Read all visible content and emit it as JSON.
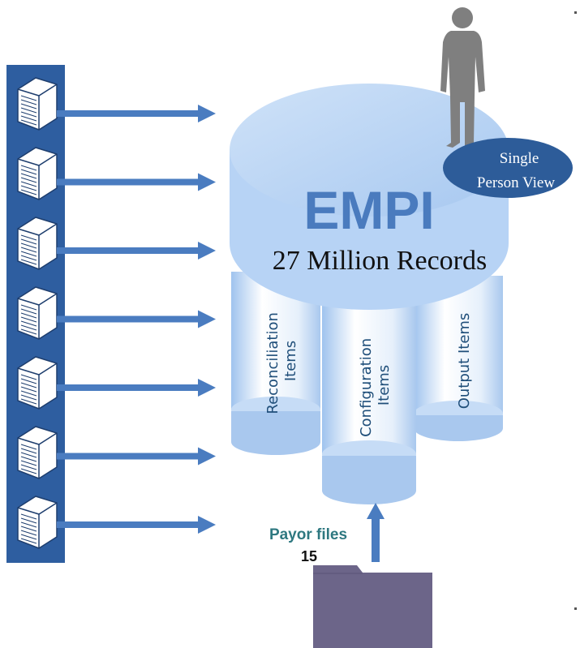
{
  "empi": {
    "title": "EMPI",
    "subtitle": "27 Million Records"
  },
  "cylinders": {
    "reconciliation": [
      "Reconciliation",
      "Items"
    ],
    "configuration": [
      "Configuration",
      "Items"
    ],
    "output": [
      "Output Items"
    ]
  },
  "single_person": {
    "line1": "Single",
    "line2": "Person View"
  },
  "payor": {
    "label": "Payor files",
    "count": "15"
  },
  "sources": {
    "server_count": 7,
    "icon": "server-icon"
  },
  "colors": {
    "source_panel": "#2E5EA0",
    "arrow": "#4A7CC0",
    "empi_light": "#B8D4F5",
    "empi_text": "#4A7BBE",
    "person": "#7F7F7F",
    "ellipse": "#2D5C99",
    "payor_text": "#2E7880",
    "folder": "#6C6589"
  }
}
